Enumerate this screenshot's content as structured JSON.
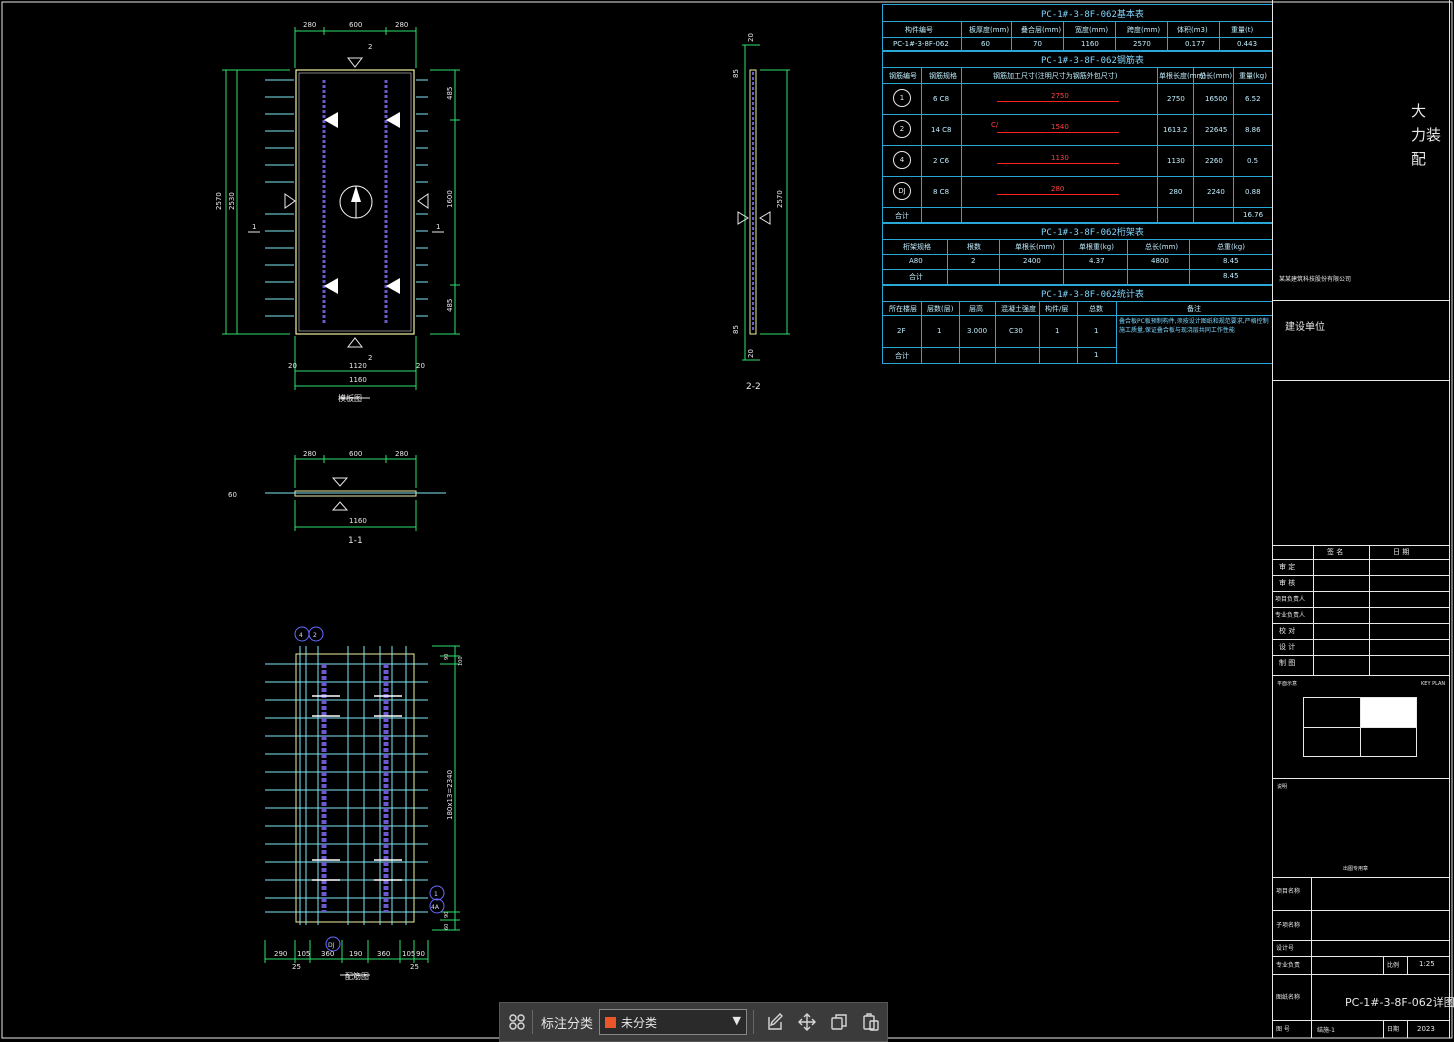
{
  "drawing": {
    "plan_view": {
      "title": "模板图",
      "dims_top": [
        "280",
        "600",
        "280"
      ],
      "dims_bottom": [
        "20",
        "1120",
        "20"
      ],
      "dim_total_bottom": "1160",
      "dims_left": [
        "2570",
        "2530"
      ],
      "dims_right": [
        "485",
        "1600",
        "485"
      ],
      "section_marks": [
        "2",
        "2",
        "1",
        "1"
      ]
    },
    "section_22": {
      "label": "2-2",
      "dims": [
        "20",
        "85",
        "2570",
        "85",
        "20"
      ]
    },
    "section_11": {
      "label": "1-1",
      "dims_top": [
        "280",
        "600",
        "280"
      ],
      "dim_bottom": "1160",
      "dim_left": "60"
    },
    "rebar_view": {
      "title": "配筋图",
      "dims_bottom": [
        "290",
        "105",
        "360",
        "190",
        "360",
        "105",
        "90"
      ],
      "dims_bottom2": [
        "25",
        "25"
      ],
      "dim_right": "180x13=2340",
      "dims_right_small": [
        "90",
        "100",
        "90",
        "60"
      ],
      "markers": [
        "4",
        "2",
        "1",
        "4A",
        "DJ"
      ]
    }
  },
  "tables": {
    "basic": {
      "title": "PC-1#-3-8F-062基本表",
      "headers": [
        "构件编号",
        "板厚度(mm)",
        "叠合层(mm)",
        "宽度(mm)",
        "跨度(mm)",
        "体积(m3)",
        "重量(t)"
      ],
      "row": [
        "PC-1#-3-8F-062",
        "60",
        "70",
        "1160",
        "2570",
        "0.177",
        "0.443"
      ]
    },
    "rebar": {
      "title": "PC-1#-3-8F-062钢筋表",
      "headers": [
        "钢筋编号",
        "钢筋规格",
        "钢筋加工尺寸(注明尺寸为钢筋外包尺寸)",
        "单根长度(mm)",
        "总长(mm)",
        "重量(kg)"
      ],
      "rows": [
        {
          "no": "1",
          "spec": "6 C8",
          "shape": "2750",
          "len": "2750",
          "total": "16500",
          "weight": "6.52"
        },
        {
          "no": "2",
          "spec": "14 C8",
          "shape": "1540",
          "len": "1613.2",
          "total": "22645",
          "weight": "8.86"
        },
        {
          "no": "4",
          "spec": "2 C6",
          "shape": "1130",
          "len": "1130",
          "total": "2260",
          "weight": "0.5"
        },
        {
          "no": "DJ",
          "spec": "8 C8",
          "shape": "280",
          "len": "280",
          "total": "2240",
          "weight": "0.88"
        }
      ],
      "total_label": "合计",
      "total": "16.76"
    },
    "truss": {
      "title": "PC-1#-3-8F-062桁架表",
      "headers": [
        "桁架规格",
        "根数",
        "单根长(mm)",
        "单根重(kg)",
        "总长(mm)",
        "总重(kg)"
      ],
      "row": [
        "A80",
        "2",
        "2400",
        "4.37",
        "4800",
        "8.45"
      ],
      "total_label": "合计",
      "total": "8.45"
    },
    "stats": {
      "title": "PC-1#-3-8F-062统计表",
      "headers": [
        "所在楼层",
        "层数(层)",
        "层高",
        "混凝土强度",
        "构件/层",
        "总数",
        "备注"
      ],
      "row": [
        "2F",
        "1",
        "3.000",
        "C30",
        "1",
        "1"
      ],
      "remark": "叠合板PC板预制构件,须按设计图纸和规范要求,严格控制施工质量,保证叠合板与现浇层共同工作性能",
      "total_label": "合计",
      "total": "1"
    }
  },
  "title_block": {
    "top_chars": [
      "大",
      "力装",
      "配"
    ],
    "company_small": "某某建筑科技股份有限公司",
    "build_unit": "建设单位",
    "sign_headers": [
      "签 名",
      "日 期"
    ],
    "sign_rows": [
      "审 定",
      "审 核",
      "项目负责人",
      "专业负责人",
      "校 对",
      "设 计",
      "制 图"
    ],
    "key_plan_label": "平面示意",
    "key_plan_en": "KEY PLAN",
    "notes_label": "说明",
    "seal_text": "出图专用章",
    "project_name_label": "项目名称",
    "sub_item_label": "子项名称",
    "design_no_label": "设计号",
    "discipline_label": "专业负责",
    "scale_label": "比例",
    "scale": "1:25",
    "drawing_name_label": "图纸名称",
    "drawing_name": "PC-1#-3-8F-062详图",
    "drawing_no_label": "图 号",
    "drawing_no": "结施-1",
    "date_label": "日期",
    "date": "2023"
  },
  "toolbar": {
    "label": "标注分类",
    "selected": "未分类",
    "swatch_color": "#e8562a",
    "icons": [
      "grid-icon",
      "edit-icon",
      "move-icon",
      "copy-icon",
      "paste-icon"
    ]
  }
}
